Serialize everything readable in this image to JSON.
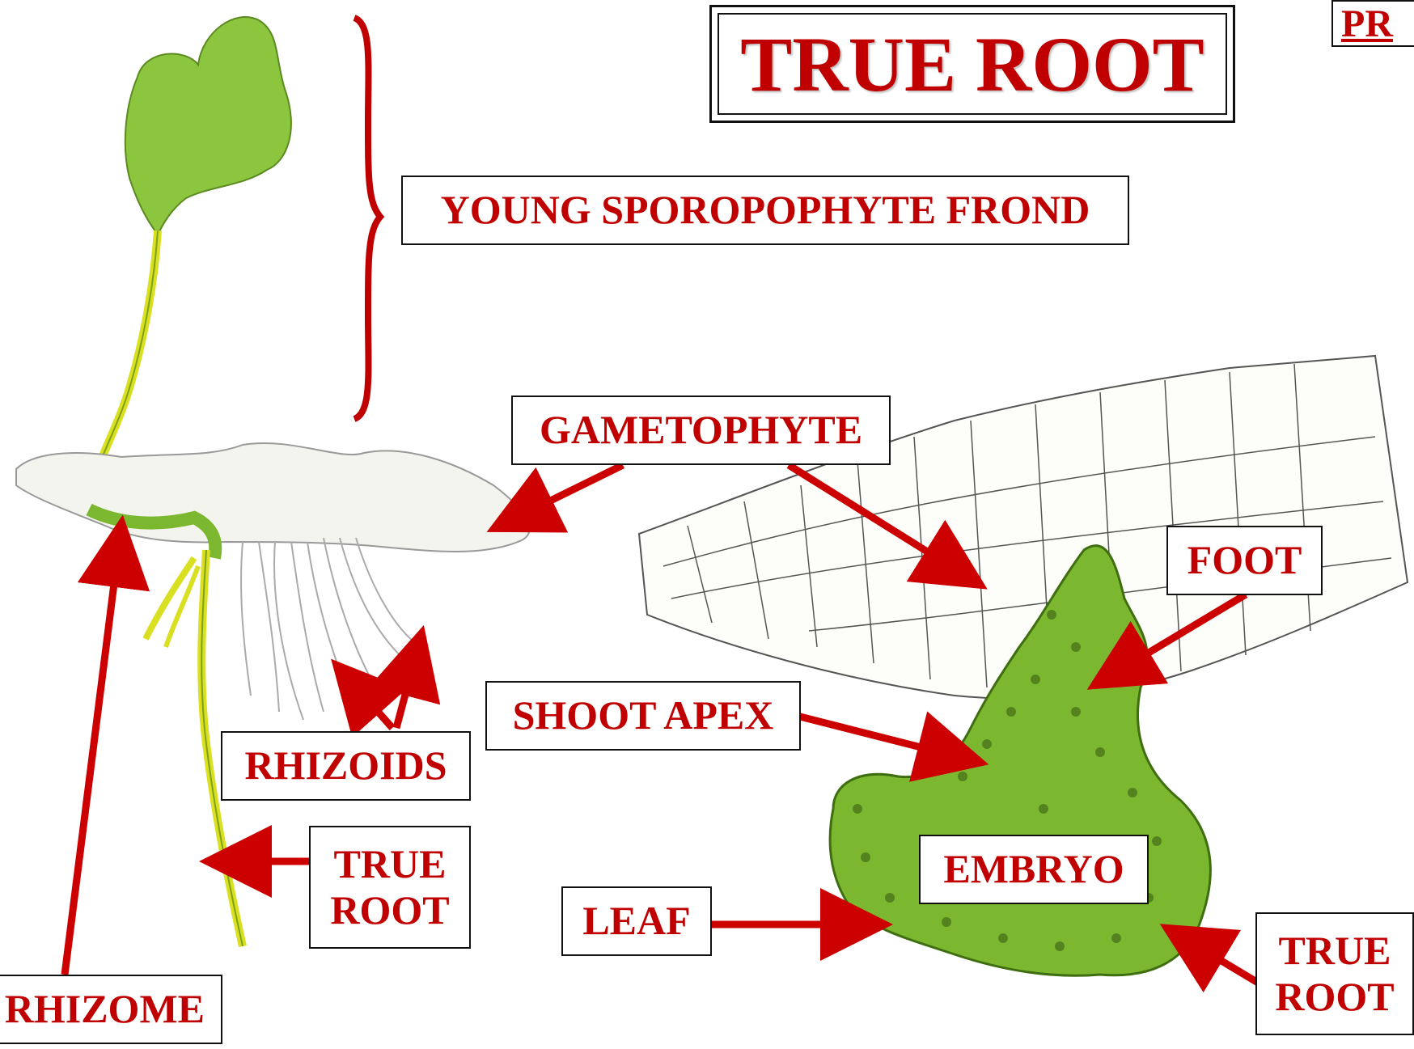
{
  "title": "TRUE ROOT",
  "corner_tag": "PR",
  "labels": {
    "frond": "YOUNG SPOROPOPHYTE FROND",
    "gametophyte": "GAMETOPHYTE",
    "foot": "FOOT",
    "shoot_apex": "SHOOT APEX",
    "rhizoids": "RHIZOIDS",
    "true_root_left": [
      "TRUE",
      "ROOT"
    ],
    "embryo": "EMBRYO",
    "leaf": "LEAF",
    "true_root_right": [
      "TRUE",
      "ROOT"
    ],
    "rhizome": "RHIZOME"
  },
  "colors": {
    "label_text": "#c00000",
    "arrow": "#cc0000",
    "leaf_green": "#8cc63f",
    "embryo_green": "#7cb82f",
    "stem_yellow": "#d9e021"
  }
}
